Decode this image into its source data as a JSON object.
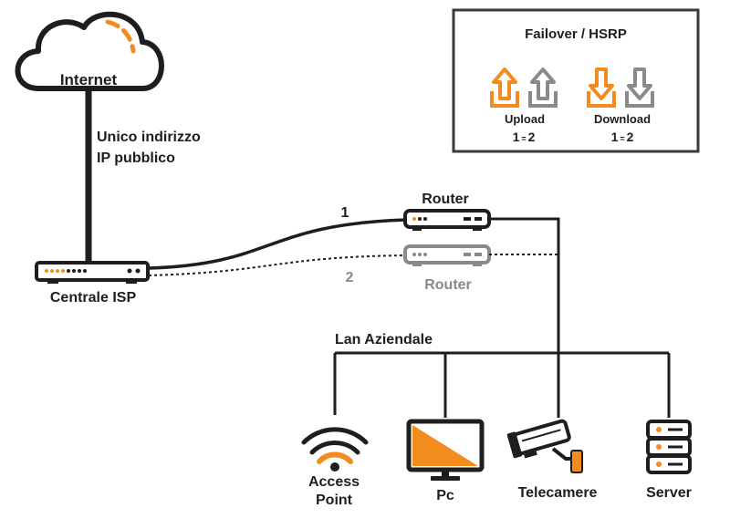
{
  "cloud": {
    "label": "Internet"
  },
  "link_label": {
    "line1": "Unico indirizzo",
    "line2": "IP pubblico"
  },
  "isp": {
    "label": "Centrale ISP"
  },
  "router_primary": {
    "label": "Router",
    "link_number": "1"
  },
  "router_backup": {
    "label": "Router",
    "link_number": "2"
  },
  "lan": {
    "label": "Lan Aziendale"
  },
  "devices": {
    "access_point": {
      "line1": "Access",
      "line2": "Point"
    },
    "pc": {
      "label": "Pc"
    },
    "camera": {
      "label": "Telecamere"
    },
    "server": {
      "label": "Server"
    }
  },
  "failover": {
    "title": "Failover / HSRP",
    "upload": {
      "label": "Upload",
      "left": "1",
      "eq": "=",
      "right": "2"
    },
    "download": {
      "label": "Download",
      "left": "1",
      "eq": "=",
      "right": "2"
    }
  },
  "colors": {
    "accent": "#f28c1e",
    "dark": "#1e1e1e",
    "gray": "#8a8a8a",
    "frame": "#3a3a3a"
  }
}
